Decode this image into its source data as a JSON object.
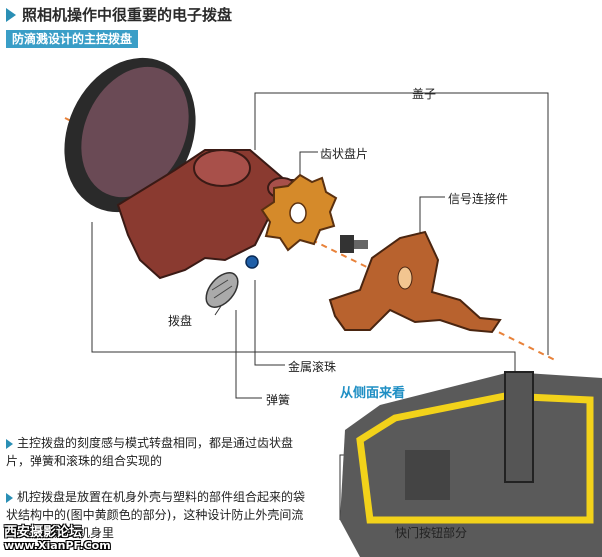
{
  "header": {
    "title": "照相机操作中很重要的电子拨盘",
    "subtitle": "防滴溅设计的主控拨盘"
  },
  "labels": {
    "cover": "盖子",
    "gear": "齿状盘片",
    "connector": "信号连接件",
    "dial": "拨盘",
    "ball": "金属滚珠",
    "spring": "弹簧",
    "side_view": "从侧面来看",
    "shutter": "快门按钮部分"
  },
  "notes": [
    "主控拨盘的刻度感与模式转盘相同，都是通过齿状盘片，弹簧和滚珠的组合实现的",
    "机控拨盘是放置在机身外壳与塑料的部件组合起来的袋状结构中的(图中黄颜色的部分)，这种设计防止外壳间流入的水渗透到机身里"
  ],
  "watermark": {
    "line1": "西安摄影论坛",
    "line2": "www.XianPF.Com"
  },
  "colors": {
    "accent": "#2a8fb5",
    "part_brown": "#8a3a30",
    "gear_orange": "#d58a2a",
    "connector_tan": "#b8622e",
    "yellow": "#f2d21a",
    "dark_gray": "#555555"
  }
}
